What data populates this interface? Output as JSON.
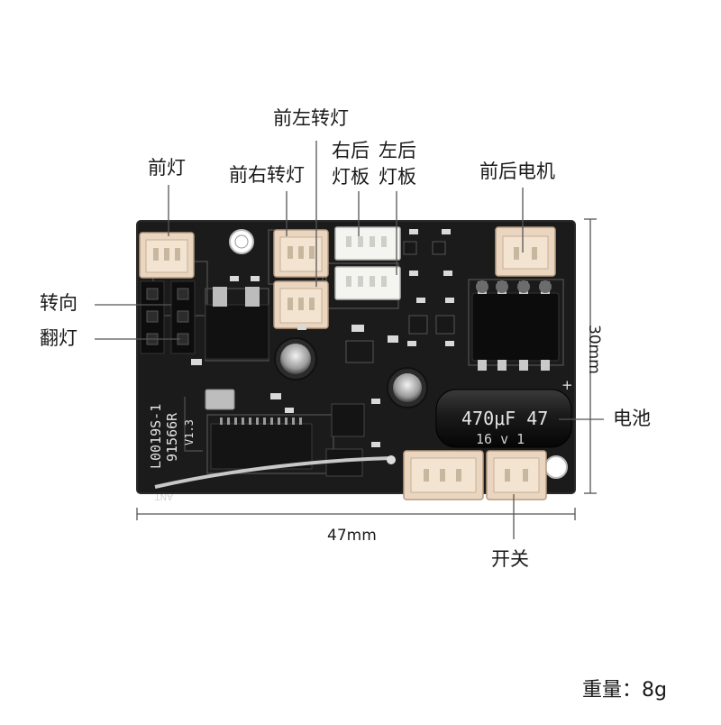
{
  "labels": {
    "front_light": "前灯",
    "front_left_turn": "前左转灯",
    "front_right_turn": "前右转灯",
    "rear_right_board": [
      "右后",
      "灯板"
    ],
    "rear_left_board": [
      "左后",
      "灯板"
    ],
    "front_rear_motor": "前后电机",
    "turn": "转向",
    "flip_light": "翻灯",
    "battery": "电池",
    "switch": "开关"
  },
  "dimensions": {
    "height": "30mm",
    "width": "47mm"
  },
  "weight": "重量：8g",
  "board_print": {
    "model": "L0019S-1",
    "code": "91566R",
    "version": "V1.3",
    "antenna": "ANT",
    "capacitor_value": "470μF 47",
    "capacitor_voltage": "16 v 1",
    "plus": "+"
  },
  "colors": {
    "pcb": "#1b1b1b",
    "connector": "#ead6c0",
    "capacitor": "#1e1e1e"
  }
}
